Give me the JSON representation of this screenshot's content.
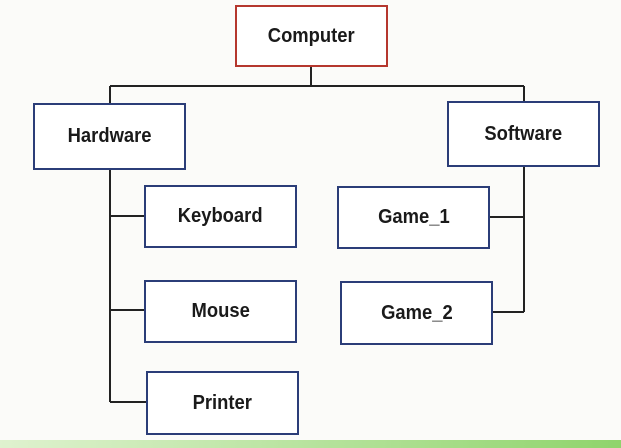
{
  "diagram": {
    "root": {
      "label": "Computer"
    },
    "branches": [
      {
        "label": "Hardware",
        "children": [
          {
            "label": "Keyboard"
          },
          {
            "label": "Mouse"
          },
          {
            "label": "Printer"
          }
        ]
      },
      {
        "label": "Software",
        "children": [
          {
            "label": "Game_1"
          },
          {
            "label": "Game_2"
          }
        ]
      }
    ]
  },
  "colors": {
    "root_border": "#b5372e",
    "node_border": "#2b3d78",
    "connector": "#222222",
    "background": "#fbfbf9"
  }
}
